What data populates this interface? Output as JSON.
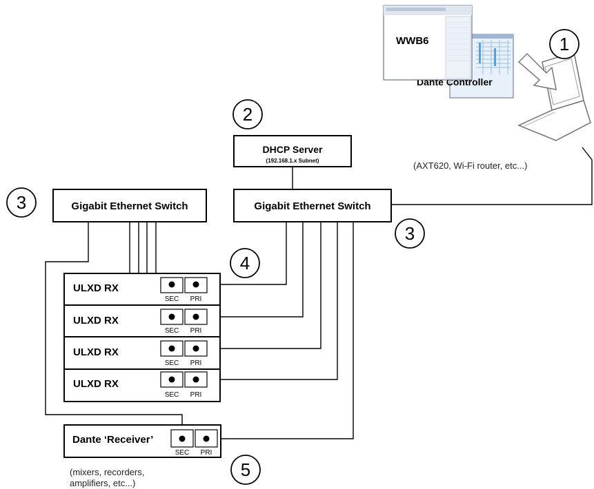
{
  "software": {
    "wwb_label": "WWB6",
    "dante_label": "Dante Controller"
  },
  "dhcp": {
    "title": "DHCP Server",
    "subtitle": "(192.168.1.x Subnet)",
    "note": "(AXT620, Wi-Fi router, etc...)"
  },
  "switches": {
    "left_label": "Gigabit Ethernet Switch",
    "right_label": "Gigabit Ethernet Switch"
  },
  "receivers": [
    {
      "label": "ULXD RX",
      "sec": "SEC",
      "pri": "PRI"
    },
    {
      "label": "ULXD RX",
      "sec": "SEC",
      "pri": "PRI"
    },
    {
      "label": "ULXD RX",
      "sec": "SEC",
      "pri": "PRI"
    },
    {
      "label": "ULXD RX",
      "sec": "SEC",
      "pri": "PRI"
    }
  ],
  "dante_receiver": {
    "label": "Dante ‘Receiver’",
    "sec": "SEC",
    "pri": "PRI",
    "note_line1": "(mixers, recorders,",
    "note_line2": "amplifiers, etc...)"
  },
  "step_numbers": {
    "n1": "1",
    "n2": "2",
    "n3_left": "3",
    "n3_right": "3",
    "n4": "4",
    "n5": "5"
  }
}
